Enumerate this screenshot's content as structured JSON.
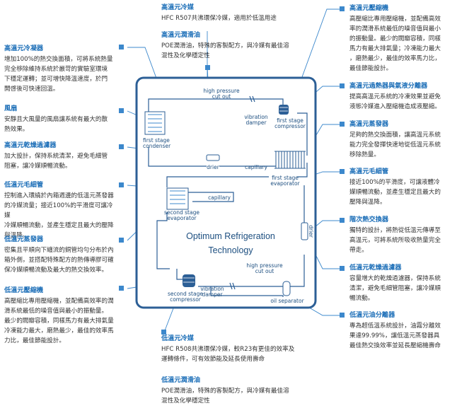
{
  "colors": {
    "accent": "#1d6fb8",
    "line": "#3c88cc",
    "frame": "#2c5f96"
  },
  "left": [
    {
      "title": "高溫元冷凝器",
      "body": "增加100%的熱交換面積，可將系統熱量\n完全移除維持系統於嚴苛的實驗室環境\n下穩定運轉；並可增快降溫速度，於門\n開啓後可快速回溫。"
    },
    {
      "title": "風扇",
      "body": "安靜且大風量的風扇讓系統有最大的散\n熱效果。"
    },
    {
      "title": "高溫元乾燥過濾器",
      "body": "加大設計，保持系統清潔，避免毛細管\n阻塞，讓冷媒順暢流動。"
    },
    {
      "title": "低溫元毛細管",
      "body": "控制進入環繞於內箱週邊的低溫元蒸發器\n的冷媒流量；接近100%的平滑度可讓冷媒\n冷媒順暢流動，並產生穩定且最大的壓降\n與溫降。"
    },
    {
      "title": "低溫元蒸發器",
      "body": "密集且平順向下纏流的銅管均勻分布於內\n箱外側，並搭配特殊配方的熱傳導膠可確\n保冷媒順暢流動及最大的熱交換效率。"
    },
    {
      "title": "低溫元壓縮機",
      "body": "高壓縮比專用壓縮機，並配備高效率的潤\n滑系統最低的噪音值與最小的振動量。\n最少的閥瓣容積，同樣馬力有最大排氣量\n冷凍能力最大，磨熱最少，最佳的效率馬\n力比，最佳節能設計。"
    }
  ],
  "top": [
    {
      "title": "高溫元冷媒",
      "body": "HFC R507共沸環保冷媒，適用於低溫用途"
    },
    {
      "title": "高溫元潤滑油",
      "body": "POE潤滑油，特殊的客製配方，與冷媒有最佳溶\n混性及化學穩定性"
    }
  ],
  "right": [
    {
      "title": "高溫元壓縮機",
      "body": "高壓縮比專用壓縮機，並配備高效\n率的潤滑系統最低的噪音值與最小\n的振動量。最少的閥瓣容積，同樣\n馬力有最大排氣量；冷凍能力最大\n，磨熱最少，最佳的效率馬力比，\n最佳節能設計。"
    },
    {
      "title": "高溫元過熱器與氣液分離器",
      "body": "提高高溫元系統的冷凍效果並避免\n液態冷媒進入壓縮機造成液壓縮。"
    },
    {
      "title": "高溫元蒸發器",
      "body": "足夠的熱交換面積，讓高溫元系統\n能力完全發揮快速地從低溫元系統\n移除熱量。"
    },
    {
      "title": "高溫元毛細管",
      "body": "接近100%的平滑度，可讓液體冷\n媒順暢流動，並產生穩定且最大的\n壓降與溫降。"
    },
    {
      "title": "階次熱交換器",
      "body": "獨特的設計，將熱從低溫元傳導至\n高溫元，可將系統所吸收熱量完全\n帶走。"
    },
    {
      "title": "低溫元乾燥過濾器",
      "body": "容量增大的乾燥過濾器，保持系統\n清潔，避免毛細管阻塞，讓冷媒順\n暢流動。"
    },
    {
      "title": "低溫元油分離器",
      "body": "專為超低溫系統設計，油霧分離效\n果達99.99%，讓低溫元蒸發器具\n最佳熱交換效率並延長壓縮機壽命"
    }
  ],
  "bottom": [
    {
      "title": "低溫元冷媒",
      "body": "HFC R508共沸環保冷媒，較R23有更佳的效率及\n運轉條件，可有效節能及延長使用壽命"
    },
    {
      "title": "低溫元潤滑油",
      "body": "POE潤滑油，特殊的客製配方，與冷媒有最佳溶\n混性及化學穩定性"
    }
  ],
  "diagram": {
    "center_title_1": "Optimum Refrigeration",
    "center_title_2": "Technology",
    "labels": {
      "hp_cutout_top": [
        "high pressure",
        "cut out"
      ],
      "vib_damper_top": [
        "vibration",
        "damper"
      ],
      "first_compressor": [
        "first stage",
        "compressor"
      ],
      "first_condenser": [
        "first stage",
        "condenser"
      ],
      "drier_top": "drier",
      "capillary_top": "capillary",
      "first_evaporator": [
        "first stage",
        "evaporator"
      ],
      "capillary_mid": "capillary",
      "second_evaporator": [
        "second stage",
        "evaporator"
      ],
      "drier_right": "drier",
      "hp_cutout_bottom": [
        "high pressure",
        "cut out"
      ],
      "second_compressor": [
        "second stage",
        "compressor"
      ],
      "vib_damper_bottom": [
        "vibration",
        "damper"
      ],
      "oil_separator": "oil separator"
    }
  }
}
